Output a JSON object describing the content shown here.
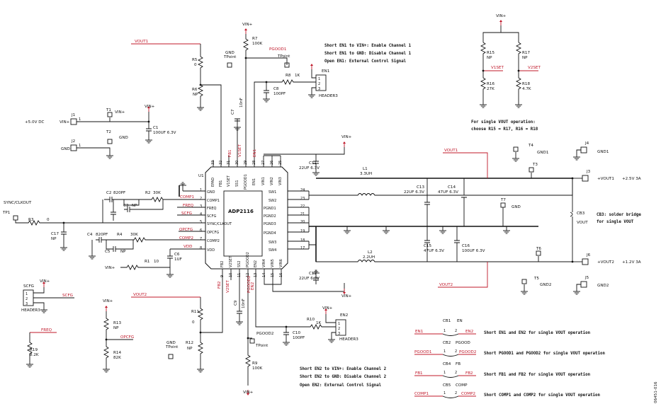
{
  "labels": {
    "vin_plus": "VIN+",
    "vout1": "VOUT1",
    "vout2": "VOUT2",
    "gnd": "GND",
    "gnd1": "GND1",
    "gnd2": "GND2",
    "vin_5v": "+5.0V DC",
    "gnd_lbl": "GND",
    "sync": "SYNC/CLKOUT",
    "vout1_out": "+VOUT1",
    "vout1_val": "+2.5V 3A",
    "vout2_out": "+VOUT2",
    "vout2_val": "+1.2V 3A",
    "v1set": "V1SET",
    "v2set": "V2SET",
    "pgood1": "PGOOD1",
    "pgood2": "PGOOD2",
    "tpoint": "TPoint",
    "gnd_tpoint": "GND",
    "scfg": "SCFG",
    "freq": "FREQ",
    "opcfg": "OPCFG",
    "comp1": "COMP1",
    "comp2": "COMP2",
    "fb1": "FB1",
    "fb2": "FB2",
    "en1": "EN1",
    "en2": "EN2",
    "vout": "VOUT",
    "vdd": "VDD",
    "fig_id": "06451-016"
  },
  "ic": {
    "ref": "U1",
    "name": "ADP2116",
    "left_pins": [
      {
        "num": "1",
        "name": "GND"
      },
      {
        "num": "2",
        "name": "COMP1"
      },
      {
        "num": "3",
        "name": "FREQ"
      },
      {
        "num": "4",
        "name": "SCFG"
      },
      {
        "num": "5",
        "name": "SYNC/CLKOUT"
      },
      {
        "num": "6",
        "name": "OPCFG"
      },
      {
        "num": "7",
        "name": "COMP2"
      },
      {
        "num": "8",
        "name": "VDD"
      }
    ],
    "right_pins": [
      {
        "num": "24",
        "name": "SW1"
      },
      {
        "num": "23",
        "name": "SW2"
      },
      {
        "num": "22",
        "name": "PGND1"
      },
      {
        "num": "21",
        "name": "PGND2"
      },
      {
        "num": "20",
        "name": "PGND3"
      },
      {
        "num": "19",
        "name": "PGND4"
      },
      {
        "num": "18",
        "name": "SW3"
      },
      {
        "num": "17",
        "name": "SW4"
      }
    ],
    "top_pins": [
      {
        "num": "33",
        "name": "EPAD"
      },
      {
        "num": "32",
        "name": "FB1"
      },
      {
        "num": "31",
        "name": "V1SET"
      },
      {
        "num": "30",
        "name": "SS1"
      },
      {
        "num": "29",
        "name": "PGOOD1"
      },
      {
        "num": "28",
        "name": "EN1"
      },
      {
        "num": "27",
        "name": "VIN1"
      },
      {
        "num": "26",
        "name": "VIN2"
      },
      {
        "num": "25",
        "name": "VIN3"
      }
    ],
    "bottom_pins": [
      {
        "num": "9",
        "name": "FB2"
      },
      {
        "num": "10",
        "name": "V2SET"
      },
      {
        "num": "11",
        "name": "SS2"
      },
      {
        "num": "12",
        "name": "PGOOD2"
      },
      {
        "num": "13",
        "name": "EN2"
      },
      {
        "num": "14",
        "name": "VIN4"
      },
      {
        "num": "15",
        "name": "VIN5"
      },
      {
        "num": "16",
        "name": "VIN6"
      }
    ]
  },
  "parts": {
    "r7": {
      "ref": "R7",
      "val": "100K"
    },
    "r9": {
      "ref": "R9",
      "val": "100K"
    },
    "r5": {
      "ref": "R5",
      "val": "0"
    },
    "r6": {
      "ref": "R6",
      "val": "NP"
    },
    "r11": {
      "ref": "R11",
      "val": "0"
    },
    "r12": {
      "ref": "R12",
      "val": "NP"
    },
    "r8": {
      "ref": "R8",
      "val": "1K"
    },
    "r10": {
      "ref": "R10",
      "val": "1K"
    },
    "r2": {
      "ref": "R2",
      "val": "30K"
    },
    "r3": {
      "ref": "R3",
      "val": "0"
    },
    "r4": {
      "ref": "R4",
      "val": "30K"
    },
    "r1": {
      "ref": "R1",
      "val": "10"
    },
    "r13": {
      "ref": "R13",
      "val": "NP"
    },
    "r14": {
      "ref": "R14",
      "val": "82K"
    },
    "r15": {
      "ref": "R15",
      "val": "NP"
    },
    "r16": {
      "ref": "R16",
      "val": "27K"
    },
    "r17": {
      "ref": "R17",
      "val": "NP"
    },
    "r18": {
      "ref": "R18",
      "val": "4.7K"
    },
    "r19": {
      "ref": "R19",
      "val": "8.2K"
    },
    "c1": {
      "ref": "C1",
      "val": "100UF 6.3V"
    },
    "c2": {
      "ref": "C2",
      "val": "820PF"
    },
    "c3": {
      "ref": "C3",
      "val": "NP"
    },
    "c4": {
      "ref": "C4",
      "val": "820PF"
    },
    "c5": {
      "ref": "C5",
      "val": "NP"
    },
    "c6": {
      "ref": "C6",
      "val": "1UF"
    },
    "c7": {
      "ref": "C7",
      "val": "10nF"
    },
    "c8": {
      "ref": "C8",
      "val": "100PF"
    },
    "c9": {
      "ref": "C9",
      "val": "10nF"
    },
    "c10": {
      "ref": "C10",
      "val": "100PF"
    },
    "c11": {
      "ref": "C11",
      "val": "22UF 6.3V"
    },
    "c12": {
      "ref": "C12",
      "val": "22UF 6.3V"
    },
    "c13": {
      "ref": "C13",
      "val": "22UF 6.3V"
    },
    "c14": {
      "ref": "C14",
      "val": "47UF 6.3V"
    },
    "c15": {
      "ref": "C15",
      "val": "47UF 6.3V"
    },
    "c16": {
      "ref": "C16",
      "val": "100UF 6.3V"
    },
    "c17": {
      "ref": "C17",
      "val": "NP"
    },
    "l1": {
      "ref": "L1",
      "val": "3.3UH"
    },
    "l2": {
      "ref": "L2",
      "val": "2.2UH"
    },
    "cb3": {
      "ref": "CB3"
    },
    "j1": "J1",
    "j2": "J2",
    "j3": "J3",
    "j4": "J4",
    "j5": "J5",
    "j6": "J6",
    "t1": "T1",
    "t2": "T2",
    "t3": "T3",
    "t4": "T4",
    "t5": "T5",
    "t6": "T6",
    "t7": "T7",
    "tp1": "TP1",
    "en1_hdr": {
      "ref": "EN1",
      "val": "HEADER3"
    },
    "en2_hdr": {
      "ref": "EN2",
      "val": "HEADER3"
    },
    "scfg_hdr": {
      "ref": "SCFG",
      "val": "HEADER3"
    }
  },
  "notes": {
    "en1_a": "Short EN1 to VIN+: Enable Channel 1",
    "en1_b": "Short EN1 to GND: Disable Channel 1",
    "en1_c": "Open EN1: External Control Signal",
    "en2_a": "Short EN2 to VIN+: Enable Channel 2",
    "en2_b": "Short EN2 to GND: Disable Channel 2",
    "en2_c": "Open EN2: External Control Signal",
    "single_a": "For single VOUT operation:",
    "single_b": "choose R15 = R17, R16 = R18",
    "cb3_a": "CB3: solder bridge",
    "cb3_b": "for single VOUT"
  },
  "bridges": [
    {
      "ref": "CB1",
      "pin": "EN",
      "left": "EN1",
      "right": "EN2",
      "note": "Short EN1 and EN2 for single VOUT operation"
    },
    {
      "ref": "CB2",
      "pin": "PGOOD",
      "left": "PGOOD1",
      "right": "PGOOD2",
      "note": "Short PGOOD1 and PGOOD2 for single VOUT operation"
    },
    {
      "ref": "CB4",
      "pin": "FB",
      "left": "FB1",
      "right": "FB2",
      "note": "Short FB1 and FB2 for single VOUT operation"
    },
    {
      "ref": "CB5",
      "pin": "COMP",
      "left": "COMP1",
      "right": "COMP2",
      "note": "Short COMP1 and COMP2 for single VOUT operation"
    }
  ],
  "colors": {
    "net_label": "#c0182a",
    "wire": "#111111"
  }
}
